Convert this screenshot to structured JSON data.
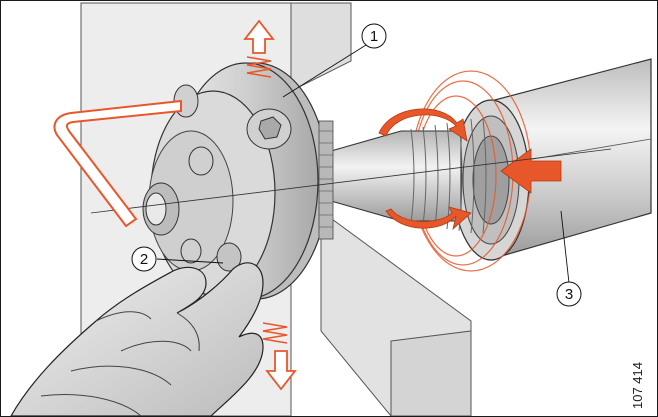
{
  "callouts": [
    {
      "id": "1",
      "label": "1"
    },
    {
      "id": "2",
      "label": "2"
    },
    {
      "id": "3",
      "label": "3"
    }
  ],
  "figure_id": "107 414",
  "colors": {
    "accent": "#e8572a",
    "accent_light": "#f5a07a",
    "metal_light": "#efefef",
    "metal_mid": "#c9c9c9",
    "metal_dark": "#8c8c8c",
    "outline": "#333333",
    "background_block": "#e6e6e6"
  }
}
